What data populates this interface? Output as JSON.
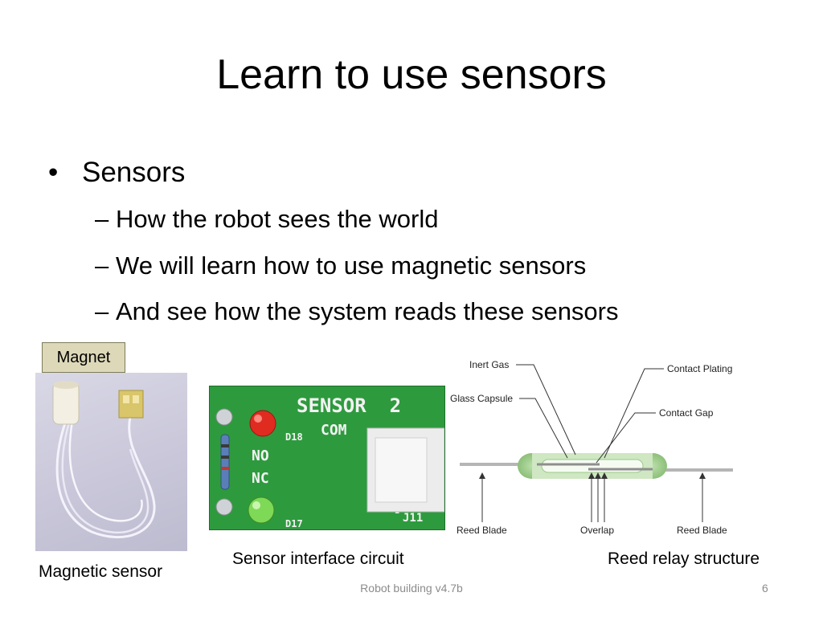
{
  "slide": {
    "title": "Learn to use sensors",
    "bullets": [
      {
        "text": "Sensors",
        "marker": "•"
      }
    ],
    "sub_bullets": [
      {
        "text": "How the robot sees the world",
        "marker": "–"
      },
      {
        "text": "We will learn how to use magnetic sensors",
        "marker": "–"
      },
      {
        "text": "And see how the system reads these sensors",
        "marker": "–"
      }
    ]
  },
  "figures": {
    "magnet_label": "Magnet",
    "captions": {
      "magnetic_sensor": "Magnetic sensor",
      "interface_circuit": "Sensor interface circuit",
      "reed_relay": "Reed relay structure"
    },
    "pcb": {
      "title": "SENSOR",
      "number": "2",
      "com": "COM",
      "no": "NO",
      "nc": "NC",
      "d18": "D18",
      "d17": "D17",
      "j11": "J11",
      "pin1": "1"
    },
    "reed_diagram_labels": {
      "inert_gas": "Inert Gas",
      "glass_capsule": "Glass Capsule",
      "contact_plating": "Contact Plating",
      "contact_gap": "Contact Gap",
      "reed_blade_left": "Reed Blade",
      "overlap": "Overlap",
      "reed_blade_right": "Reed Blade"
    }
  },
  "footer": {
    "text": "Robot building v4.7b",
    "page": "6"
  }
}
